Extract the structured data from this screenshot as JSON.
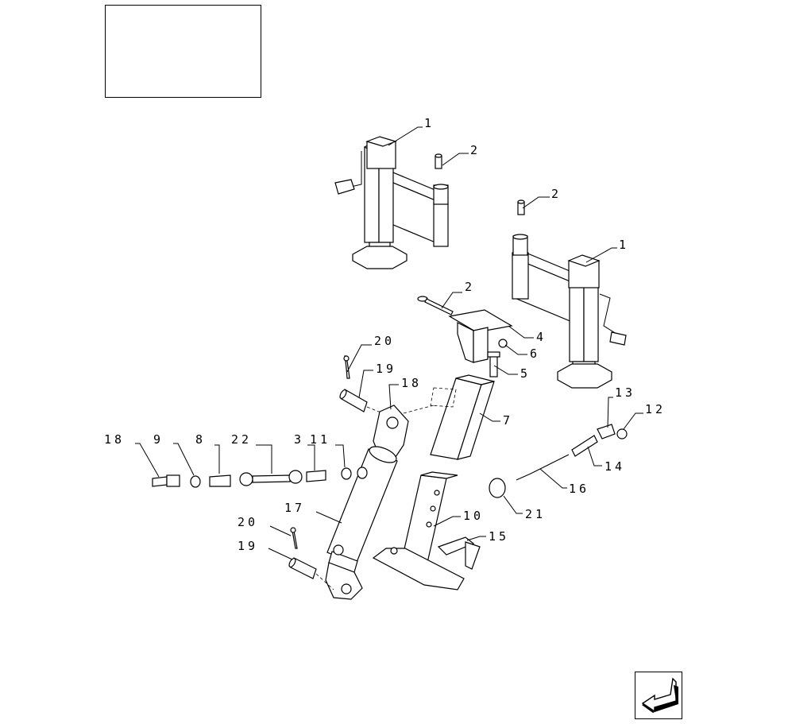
{
  "callouts": [
    {
      "id": "c1a",
      "text": "1"
    },
    {
      "id": "c2a",
      "text": "2"
    },
    {
      "id": "c2b",
      "text": "2"
    },
    {
      "id": "c1b",
      "text": "1"
    },
    {
      "id": "c2c",
      "text": "2"
    },
    {
      "id": "c4",
      "text": "4"
    },
    {
      "id": "c6",
      "text": "6"
    },
    {
      "id": "c5",
      "text": "5"
    },
    {
      "id": "c20a",
      "text": "20"
    },
    {
      "id": "c19a",
      "text": "19"
    },
    {
      "id": "c18a",
      "text": "18"
    },
    {
      "id": "c7",
      "text": "7"
    },
    {
      "id": "c13",
      "text": "13"
    },
    {
      "id": "c12",
      "text": "12"
    },
    {
      "id": "c18b",
      "text": "18"
    },
    {
      "id": "c9",
      "text": "9"
    },
    {
      "id": "c8",
      "text": "8"
    },
    {
      "id": "c22",
      "text": "22"
    },
    {
      "id": "c3",
      "text": "3"
    },
    {
      "id": "c11",
      "text": "11"
    },
    {
      "id": "c14",
      "text": "14"
    },
    {
      "id": "c16",
      "text": "16"
    },
    {
      "id": "c21",
      "text": "21"
    },
    {
      "id": "c17",
      "text": "17"
    },
    {
      "id": "c10",
      "text": "10"
    },
    {
      "id": "c15",
      "text": "15"
    },
    {
      "id": "c20b",
      "text": "20"
    },
    {
      "id": "c19b",
      "text": "19"
    }
  ],
  "nav": {
    "icon": "next-page-arrow-icon"
  }
}
